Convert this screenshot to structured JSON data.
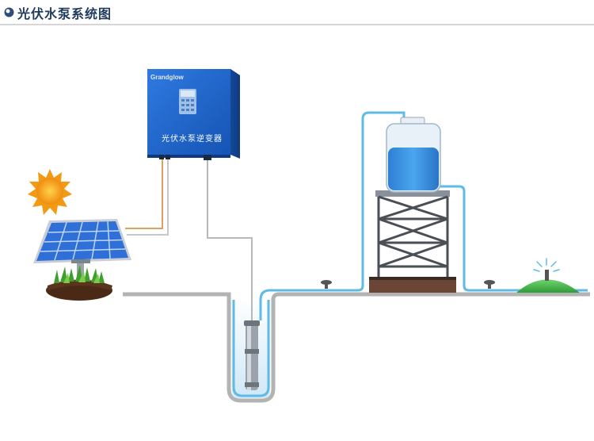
{
  "header": {
    "title": "光伏水泵系统图"
  },
  "inverter": {
    "brand": "Grandglow",
    "label": "光伏水泵逆变器"
  },
  "colors": {
    "water_pipe": "#5fbbe6",
    "ground": "#b3b3b3",
    "cable_orange": "#e0a060",
    "inverter_blue": "#1e64c8",
    "tank_blue": "#3a8ee0",
    "sun": "#f5a623",
    "panel": "#2f6fd8"
  },
  "icons": [
    "bullet-icon",
    "sun-icon",
    "solar-panel-icon",
    "inverter-icon",
    "water-tank-icon",
    "sprinkler-icon",
    "submersible-pump-icon",
    "valve-icon"
  ]
}
